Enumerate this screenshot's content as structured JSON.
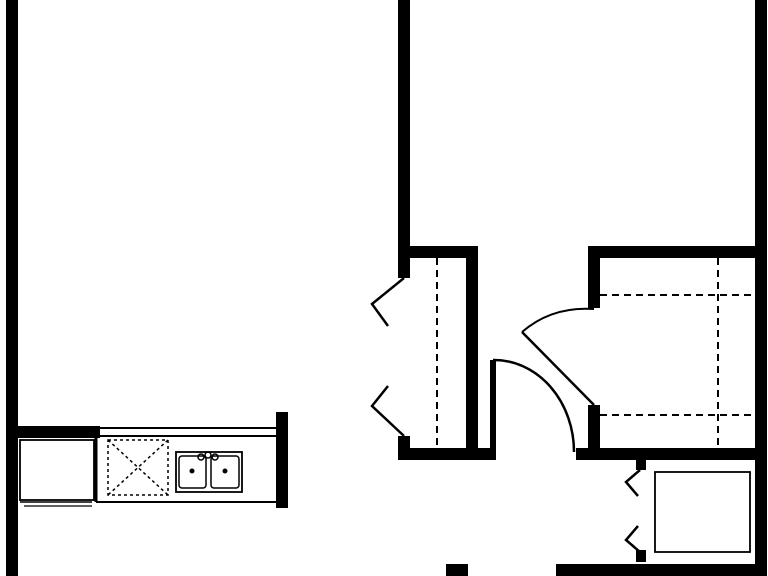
{
  "diagram": {
    "type": "floor-plan",
    "visible_text": [],
    "colors": {
      "wall": "#000000",
      "background": "#ffffff",
      "fixture_stroke": "#000000"
    },
    "elements": [
      "exterior-walls",
      "interior-walls",
      "bedroom-closet-bifold-doors",
      "bedroom-swing-door",
      "walk-in-closet-swing-door",
      "laundry-closet-bifold-doors",
      "kitchen-counter",
      "refrigerator",
      "stove-cooktop",
      "double-sink",
      "washer-dryer-box"
    ]
  }
}
